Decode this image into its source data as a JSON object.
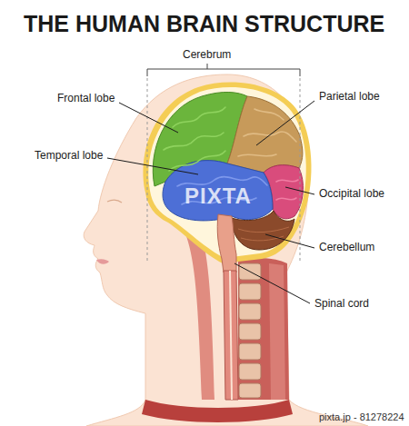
{
  "diagram": {
    "title": "THE HUMAN BRAIN STRUCTURE",
    "labels": [
      "Cerebrum",
      "Frontal lobe",
      "Parietal lobe",
      "Temporal lobe",
      "Occipital lobe",
      "Cerebellum",
      "Spinal cord",
      "PIXTA",
      "pixta.jp - 81278224"
    ]
  }
}
